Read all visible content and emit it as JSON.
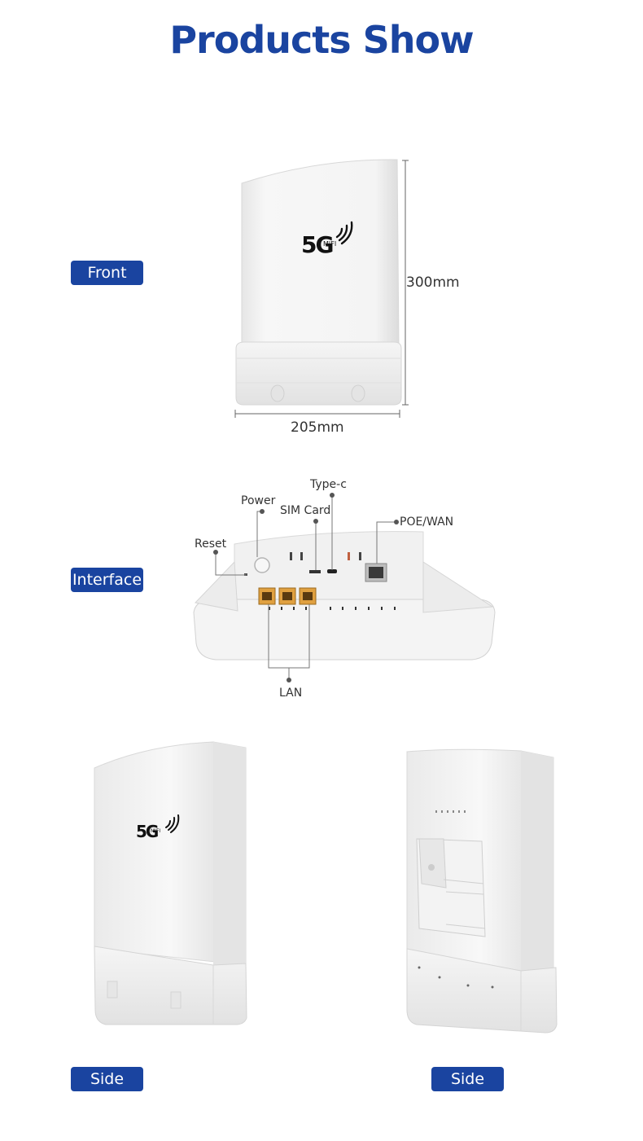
{
  "page": {
    "title": "Products Show"
  },
  "sections": {
    "front": {
      "badge": "Front",
      "height_label": "300mm",
      "width_label": "205mm",
      "logo": "5G",
      "logo_sub": "MIFI"
    },
    "interface": {
      "badge": "Interface",
      "ports": {
        "type_c": "Type-c",
        "power": "Power",
        "sim_card": "SIM Card",
        "poe_wan": "POE/WAN",
        "reset": "Reset",
        "lan": "LAN"
      }
    },
    "side_left": {
      "badge": "Side",
      "logo": "5G",
      "logo_sub": "MIFI"
    },
    "side_right": {
      "badge": "Side"
    }
  },
  "colors": {
    "accent": "#1a44a0",
    "device_body": "#f2f2f2",
    "port_orange": "#e0a040"
  }
}
